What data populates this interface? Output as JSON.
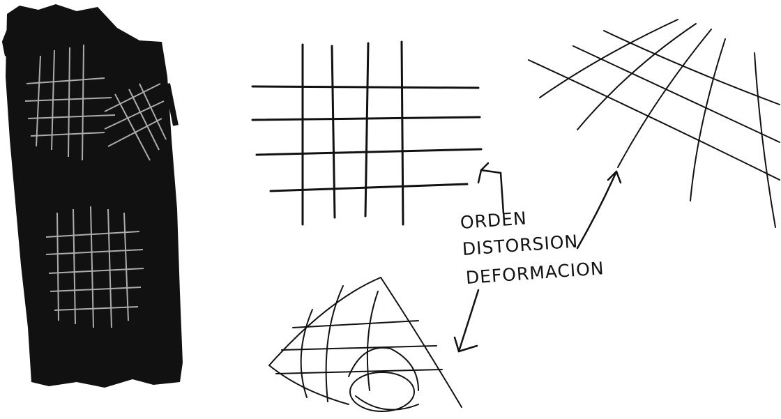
{
  "annotation": {
    "line_1": "ORDEN",
    "line_2": "DISTORSION",
    "line_3": "DEFORMACION"
  },
  "colors": {
    "ink": "#111111",
    "paper": "#ffffff",
    "scratch": "#c8c8c8"
  }
}
